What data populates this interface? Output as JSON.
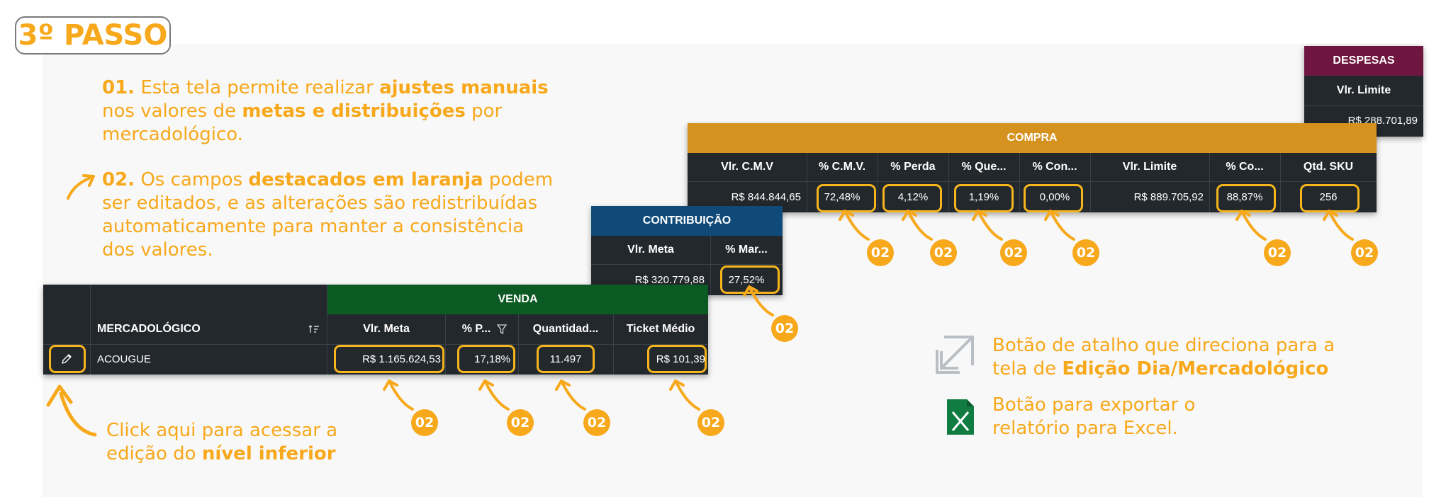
{
  "step_title": "3º PASSO",
  "notes": {
    "n1": {
      "num": "01.",
      "t1": " Esta tela permite realizar ",
      "b1": "ajustes manuais",
      "t2": "nos valores de ",
      "b2": "metas e distribuições",
      "t3": " por",
      "t4": "mercadológico."
    },
    "n2": {
      "num": "02.",
      "t1": " Os campos ",
      "b1": "destacados em laranja",
      "t2": " podem",
      "t3": "ser editados, e as alterações são redistribuídas",
      "t4": "automaticamente para manter a consistência",
      "t5": "dos valores."
    },
    "click": {
      "t1": "Click aqui para acessar a",
      "t2": "edição do ",
      "b1": "nível inferior"
    },
    "shortcut": {
      "t1": "Botão de atalho que direciona para a",
      "t2": "tela de ",
      "b1": "Edição Dia/Mercadológico"
    },
    "excel": {
      "t1": "Botão para exportar o",
      "t2": "relatório para Excel."
    }
  },
  "badge_label": "02",
  "venda": {
    "group": "VENDA",
    "merc_header": "MERCADOLÓGICO",
    "columns": [
      "Vlr. Meta",
      "% P...",
      "Quantidad...",
      "Ticket Médio"
    ],
    "row_name": "ACOUGUE",
    "values": [
      "R$ 1.165.624,53",
      "17,18%",
      "11.497",
      "R$ 101,39"
    ],
    "color": "#0b5a23"
  },
  "contribuicao": {
    "group": "CONTRIBUIÇÃO",
    "columns": [
      "Vlr. Meta",
      "% Mar..."
    ],
    "values": [
      "R$ 320.779,88",
      "27,52%"
    ],
    "color": "#0f4a78"
  },
  "compra": {
    "group": "COMPRA",
    "columns": [
      "Vlr. C.M.V",
      "% C.M.V.",
      "% Perda",
      "% Que...",
      "% Con...",
      "Vlr. Limite",
      "% Co...",
      "Qtd. SKU"
    ],
    "values": [
      "R$ 844.844,65",
      "72,48%",
      "4,12%",
      "1,19%",
      "0,00%",
      "R$ 889.705,92",
      "88,87%",
      "256"
    ],
    "color": "#d6921f"
  },
  "despesas": {
    "group": "DESPESAS",
    "columns": [
      "Vlr. Limite"
    ],
    "values": [
      "R$ 288.701,89"
    ],
    "color": "#6e1540"
  },
  "icons": {
    "edit": "pencil-icon",
    "sort": "sort-icon",
    "filter": "filter-icon",
    "shortcut": "open-external-icon",
    "excel": "excel-icon"
  },
  "colors": {
    "accent": "#f7a81b",
    "table_bg": "#23282d",
    "excel": "#107c41"
  }
}
